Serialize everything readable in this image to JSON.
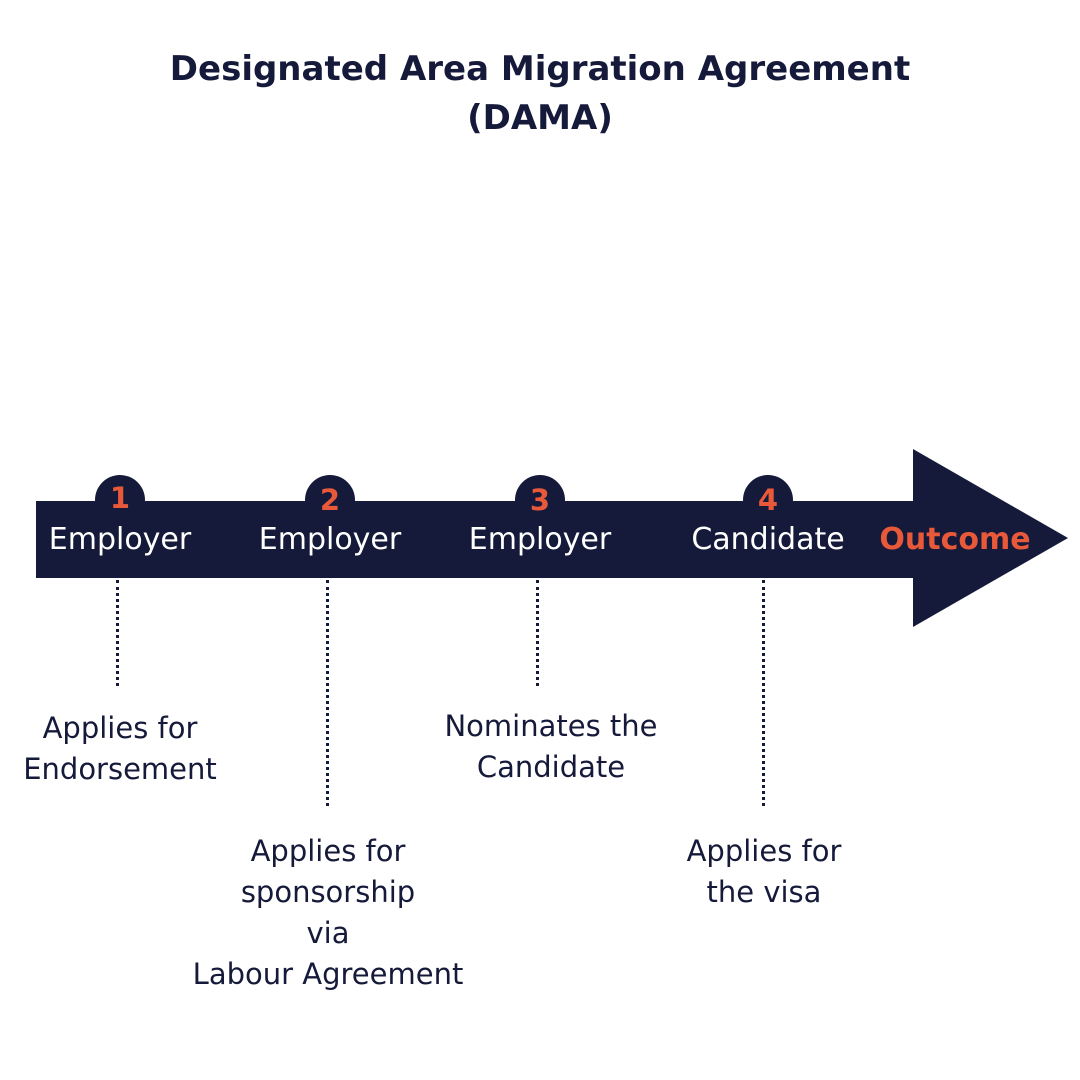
{
  "title": {
    "line1": "Designated Area Migration Agreement",
    "line2": "(DAMA)"
  },
  "colors": {
    "navy": "#161a3a",
    "accent": "#e8593a",
    "text_on_dark": "#ffffff"
  },
  "outcome_label": "Outcome",
  "steps": [
    {
      "number": "1",
      "actor": "Employer",
      "description": [
        "Applies for",
        "Endorsement"
      ]
    },
    {
      "number": "2",
      "actor": "Employer",
      "description": [
        "Applies for",
        "sponsorship",
        "via",
        "Labour Agreement"
      ]
    },
    {
      "number": "3",
      "actor": "Employer",
      "description": [
        "Nominates the",
        "Candidate"
      ]
    },
    {
      "number": "4",
      "actor": "Candidate",
      "description": [
        "Applies for",
        "the visa"
      ]
    }
  ]
}
